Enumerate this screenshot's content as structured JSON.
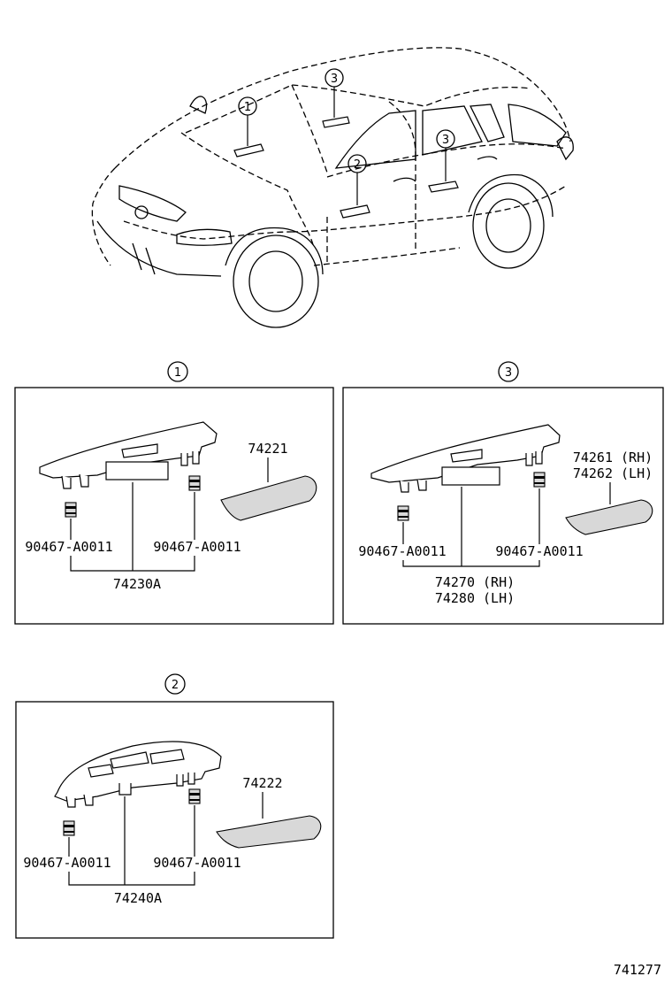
{
  "callouts": {
    "car": [
      "1",
      "3",
      "2",
      "3"
    ],
    "box1": "1",
    "box2": "2",
    "box3": "3"
  },
  "box1": {
    "trim_part": "74221",
    "clip_left": "90467-A0011",
    "clip_right": "90467-A0011",
    "assembly": "74230A"
  },
  "box2": {
    "trim_part": "74222",
    "clip_left": "90467-A0011",
    "clip_right": "90467-A0011",
    "assembly": "74240A"
  },
  "box3": {
    "trim_part_rh": "74261 (RH)",
    "trim_part_lh": "74262 (LH)",
    "clip_left": "90467-A0011",
    "clip_right": "90467-A0011",
    "assembly_rh": "74270 (RH)",
    "assembly_lh": "74280 (LH)"
  },
  "diagram_id": "741277"
}
